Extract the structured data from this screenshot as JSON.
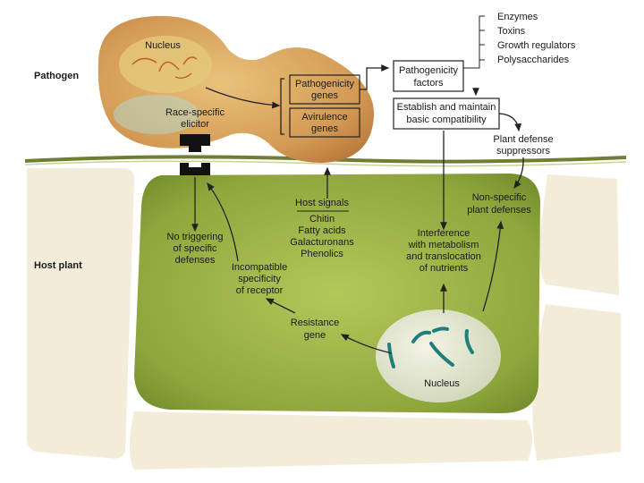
{
  "side_labels": {
    "pathogen": "Pathogen",
    "host_plant": "Host plant"
  },
  "pathogen": {
    "nucleus": "Nucleus",
    "elicitor": [
      "Race-specific",
      "elicitor"
    ],
    "pathogenicity_genes": [
      "Pathogenicity",
      "genes"
    ],
    "avirulence_genes": [
      "Avirulence",
      "genes"
    ]
  },
  "factors": {
    "pathogenicity_factors": [
      "Pathogenicity",
      "factors"
    ],
    "list": [
      "Enzymes",
      "Toxins",
      "Growth regulators",
      "Polysaccharides"
    ],
    "establish": [
      "Establish and maintain",
      "basic compatibility"
    ],
    "suppressors": [
      "Plant defense",
      "suppressors"
    ]
  },
  "host": {
    "signals_title": "Host signals",
    "signals": [
      "Chitin",
      "Fatty acids",
      "Galacturonans",
      "Phenolics"
    ],
    "no_trigger": [
      "No triggering",
      "of specific",
      "defenses"
    ],
    "incompatible": [
      "Incompatible",
      "specificity",
      "of receptor"
    ],
    "interference": [
      "Interference",
      "with metabolism",
      "and translocation",
      "of nutrients"
    ],
    "nonspecific": [
      "Non-specific",
      "plant defenses"
    ],
    "resistance_gene": [
      "Resistance",
      "gene"
    ],
    "nucleus": "Nucleus"
  }
}
